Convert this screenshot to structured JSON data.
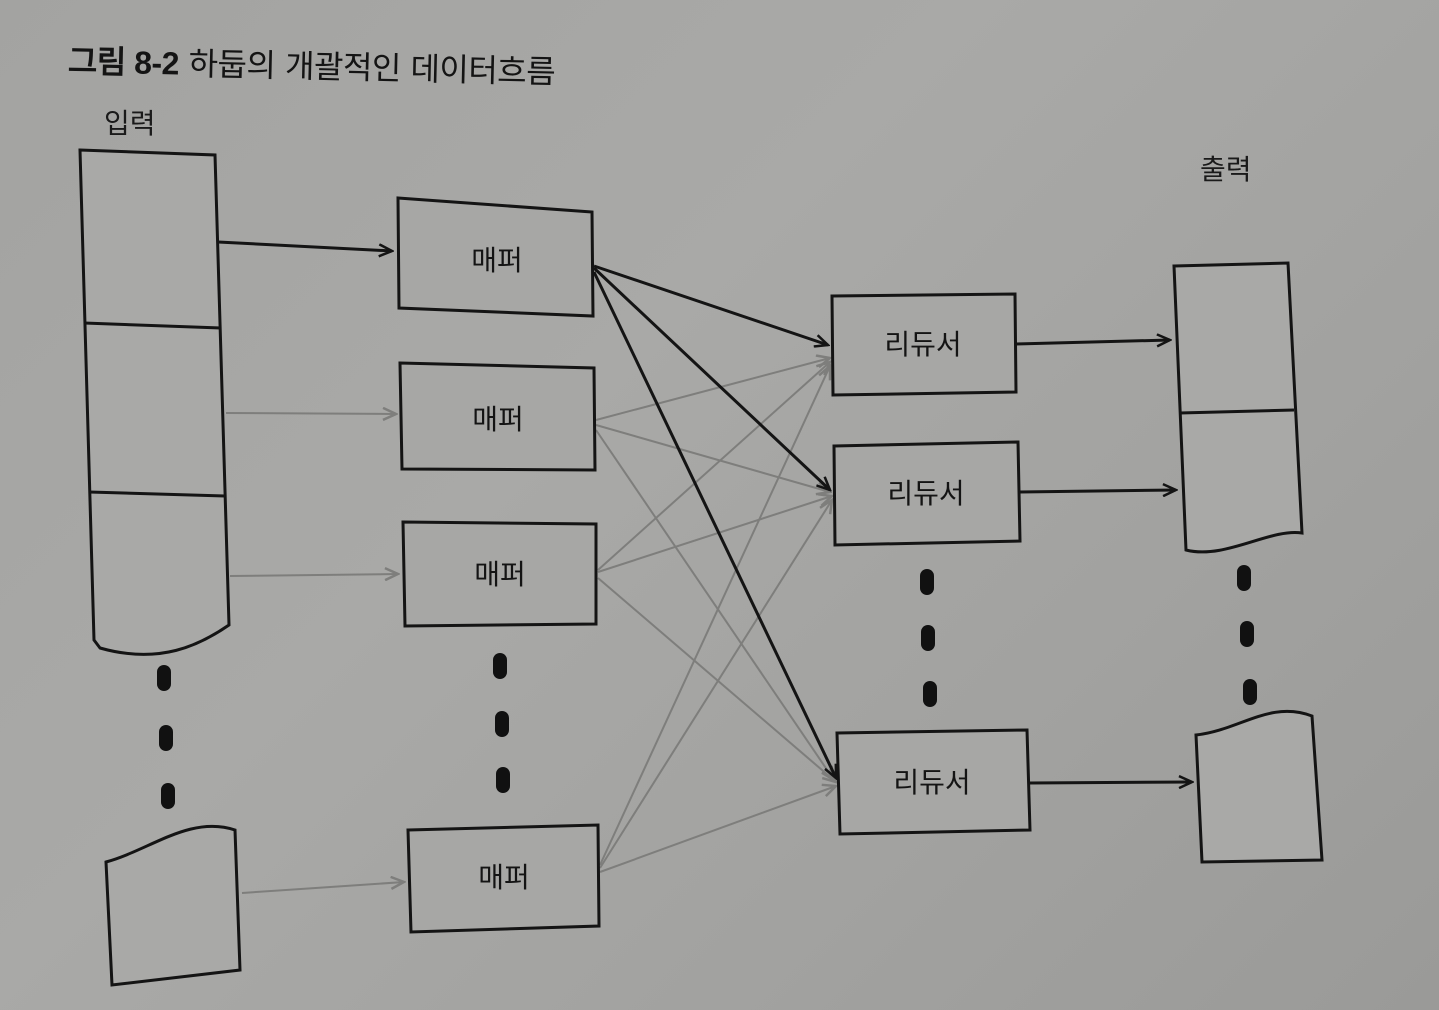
{
  "caption": {
    "number": "그림 8-2",
    "title": "하둡의 개괄적인 데이터흐름"
  },
  "labels": {
    "input": "입력",
    "output": "출력"
  },
  "mapper_label": "매퍼",
  "reducer_label": "리듀서",
  "colors": {
    "ink": "#141414",
    "box_fill": "#a7a7a5",
    "faint_arrow": "#7e7e7c"
  }
}
